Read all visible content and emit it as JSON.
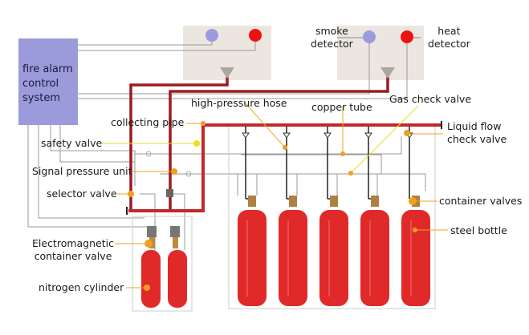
{
  "diagram": {
    "control_panel": {
      "label_lines": [
        "fire alarm",
        "control",
        "system"
      ]
    },
    "detector_zones": [
      {
        "name": "zone-1",
        "smoke_color": "#9b9be0",
        "heat_color": "#ee1111"
      },
      {
        "name": "zone-2",
        "smoke_color": "#9b9be0",
        "heat_color": "#ee1111"
      }
    ],
    "labels": {
      "smoke_detector": [
        "smoke",
        "detector"
      ],
      "heat_detector": [
        "heat",
        "detector"
      ],
      "high_pressure_hose": "high-pressure hose",
      "copper_tube": "copper tube",
      "gas_check_valve": "Gas check valve",
      "collecting_pipe": "collecting pipe",
      "liquid_flow_check_valve": [
        "Liquid flow",
        "check valve"
      ],
      "safety_valve": "safety valve",
      "signal_pressure_unit": "Signal pressure unit",
      "selector_valve": "selector valve",
      "container_valves": "container valves",
      "steel_bottle": "steel bottle",
      "electromagnetic_container_valve": [
        "Electromagnetic",
        "container valve"
      ],
      "nitrogen_cylinder": "nitrogen cylinder"
    },
    "counts": {
      "steel_bottles": 5,
      "nitrogen_cylinders": 2
    },
    "colors": {
      "pipe_red": "#c0282a",
      "dark_pipe": "#9b1b22",
      "panel_purple": "#9b9bdb",
      "zone_bg": "#ebe6df",
      "leader_orange": "#f0a020",
      "leader_yellow": "#e8e020",
      "bottle_red": "#e02a2a"
    }
  }
}
